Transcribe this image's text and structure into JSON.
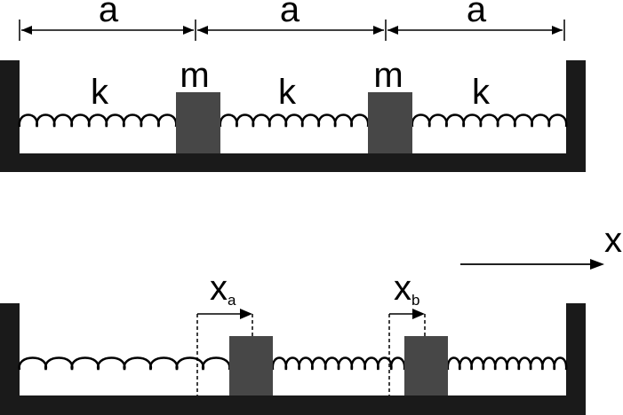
{
  "labels": {
    "spacing": "a",
    "spring_constant": "k",
    "mass": "m",
    "axis": "x",
    "displacement_a_base": "x",
    "displacement_a_sub": "a",
    "displacement_b_base": "x",
    "displacement_b_sub": "b"
  },
  "colors": {
    "wall": "#1a1a1a",
    "mass": "#474747",
    "spring": "#000000",
    "line": "#000000"
  }
}
